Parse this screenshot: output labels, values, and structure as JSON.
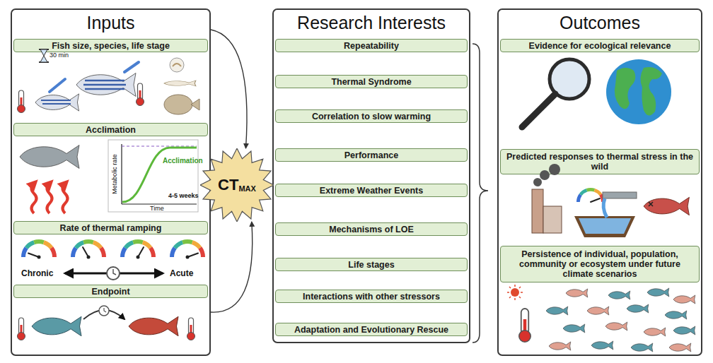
{
  "diagram": {
    "nodes": [
      {
        "text": [
          "Inputs"
        ]
      },
      {
        "text": [
          "Fish size, species, life stage"
        ],
        "in": 0
      },
      {
        "text": [
          "Acclimation"
        ],
        "in": 0
      },
      {
        "text": [
          "Rate of thermal ramping"
        ],
        "in": 0
      },
      {
        "text": [
          "Endpoint"
        ],
        "in": 0
      },
      {
        "text": [
          "CT",
          "MAX"
        ]
      },
      {
        "text": [
          "Research Interests"
        ]
      },
      {
        "text": [
          "Repeatability"
        ],
        "in": 6
      },
      {
        "text": [
          "Thermal Syndrome"
        ],
        "in": 6
      },
      {
        "text": [
          "Correlation to slow warming"
        ],
        "in": 6
      },
      {
        "text": [
          "Performance"
        ],
        "in": 6
      },
      {
        "text": [
          "Extreme Weather Events"
        ],
        "in": 6
      },
      {
        "text": [
          "Mechanisms of LOE"
        ],
        "in": 6
      },
      {
        "text": [
          "Life stages"
        ],
        "in": 6
      },
      {
        "text": [
          "Interactions with other stressors"
        ],
        "in": 6
      },
      {
        "text": [
          "Adaptation and Evolutionary Rescue"
        ],
        "in": 6
      },
      {
        "text": [
          "Outcomes"
        ]
      },
      {
        "text": [
          "Evidence for ecological relevance"
        ],
        "in": 16
      },
      {
        "text": [
          "Predicted responses to thermal stress in the wild"
        ],
        "in": 16
      },
      {
        "text": [
          "Persistence of individual, population, community or ecosystem under future climate scenarios"
        ],
        "in": 16
      }
    ],
    "edges": [
      {
        "from": 0,
        "to": 5,
        "arrow": "to"
      },
      {
        "from": 0,
        "to": 5,
        "arrow": "to"
      }
    ],
    "labels": [
      "30 min",
      "Acclimation",
      "Metabolic rate",
      "Time",
      "4-5 weeks",
      "Chronic",
      "Acute"
    ]
  }
}
